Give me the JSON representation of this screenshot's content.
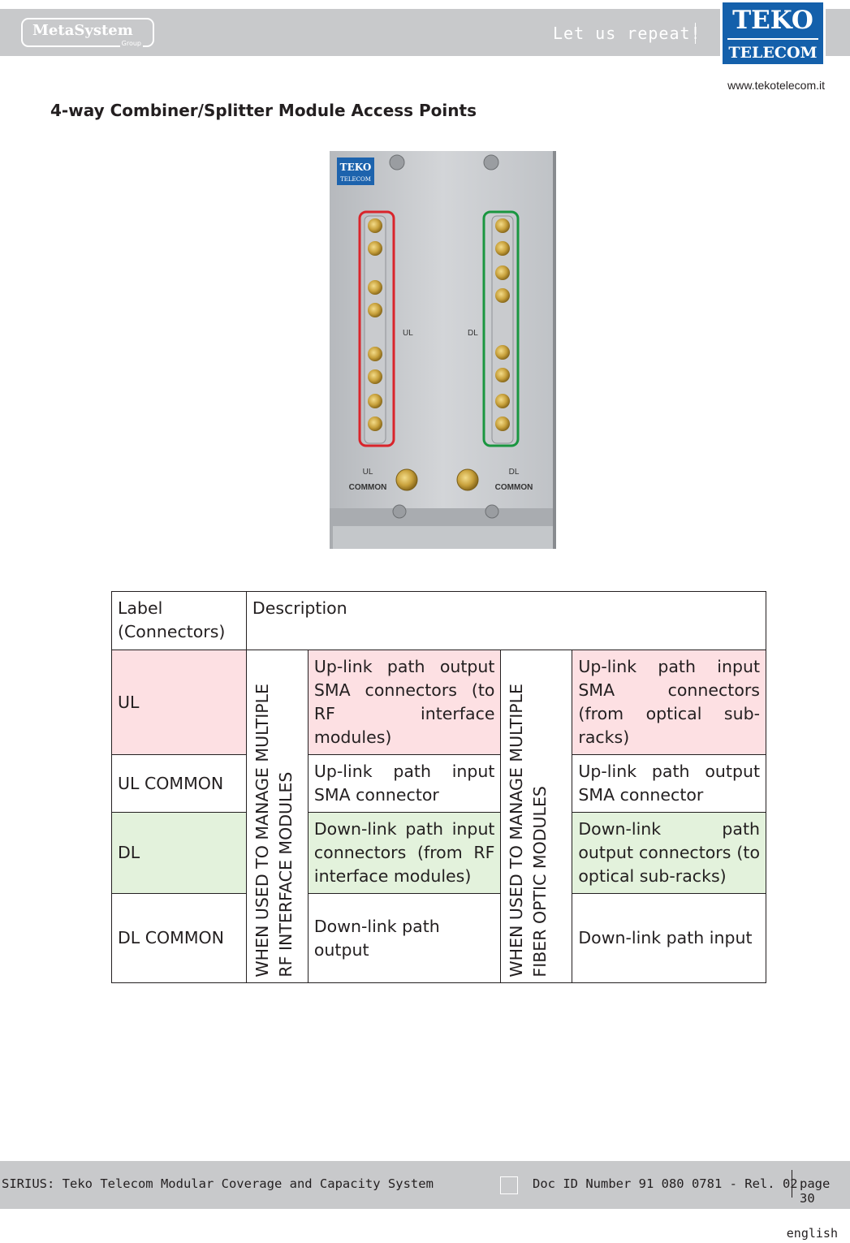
{
  "header": {
    "metasystem_logo": "MetaSystem",
    "metasystem_sub": "Group",
    "slogan": "Let us repeat!",
    "teko_logo_top": "TEKO",
    "teko_logo_bottom": "TELECOM",
    "website": "www.tekotelecom.it"
  },
  "title": "4-way Combiner/Splitter Module Access Points",
  "photo": {
    "brand_top": "TEKO",
    "brand_bottom": "TELECOM",
    "ul_label": "UL",
    "dl_label": "DL",
    "ul_common_line1": "UL",
    "ul_common_line2": "COMMON",
    "dl_common_line1": "DL",
    "dl_common_line2": "COMMON",
    "ul_highlight_color": "#d9242b",
    "dl_highlight_color": "#1a9640"
  },
  "table": {
    "header_label": "Label (Connectors)",
    "header_description": "Description",
    "vertical_rf": "WHEN USED TO MANAGE MULTIPLE RF INTERFACE MODULES",
    "vertical_rf_line1": "WHEN USED TO MANAGE MULTIPLE",
    "vertical_rf_line2": "RF INTERFACE MODULES",
    "vertical_fo_line1": "WHEN USED TO MANAGE MULTIPLE",
    "vertical_fo_line2": "FIBER OPTIC MODULES",
    "rows": [
      {
        "label": "UL",
        "rf": "Up-link path output SMA connectors (to RF interface modules)",
        "fo": "Up-link path input SMA connectors (from optical sub-racks)"
      },
      {
        "label": "UL COMMON",
        "rf": "Up-link path input SMA connector",
        "fo": "Up-link path output SMA connector"
      },
      {
        "label": "DL",
        "rf": "Down-link path input connectors (from RF interface modules)",
        "fo": "Down-link path output connectors (to optical sub-racks)"
      },
      {
        "label": "DL COMMON",
        "rf": "Down-link path output",
        "fo": "Down-link path input"
      }
    ],
    "ul_row_color": "#fde0e3",
    "dl_row_color": "#e3f2dc"
  },
  "footer": {
    "system_name": "SIRIUS: Teko Telecom Modular Coverage and Capacity System",
    "doc_id": "Doc ID Number 91 080 0781 - Rel. 02",
    "page": "page 30",
    "language": "english"
  }
}
